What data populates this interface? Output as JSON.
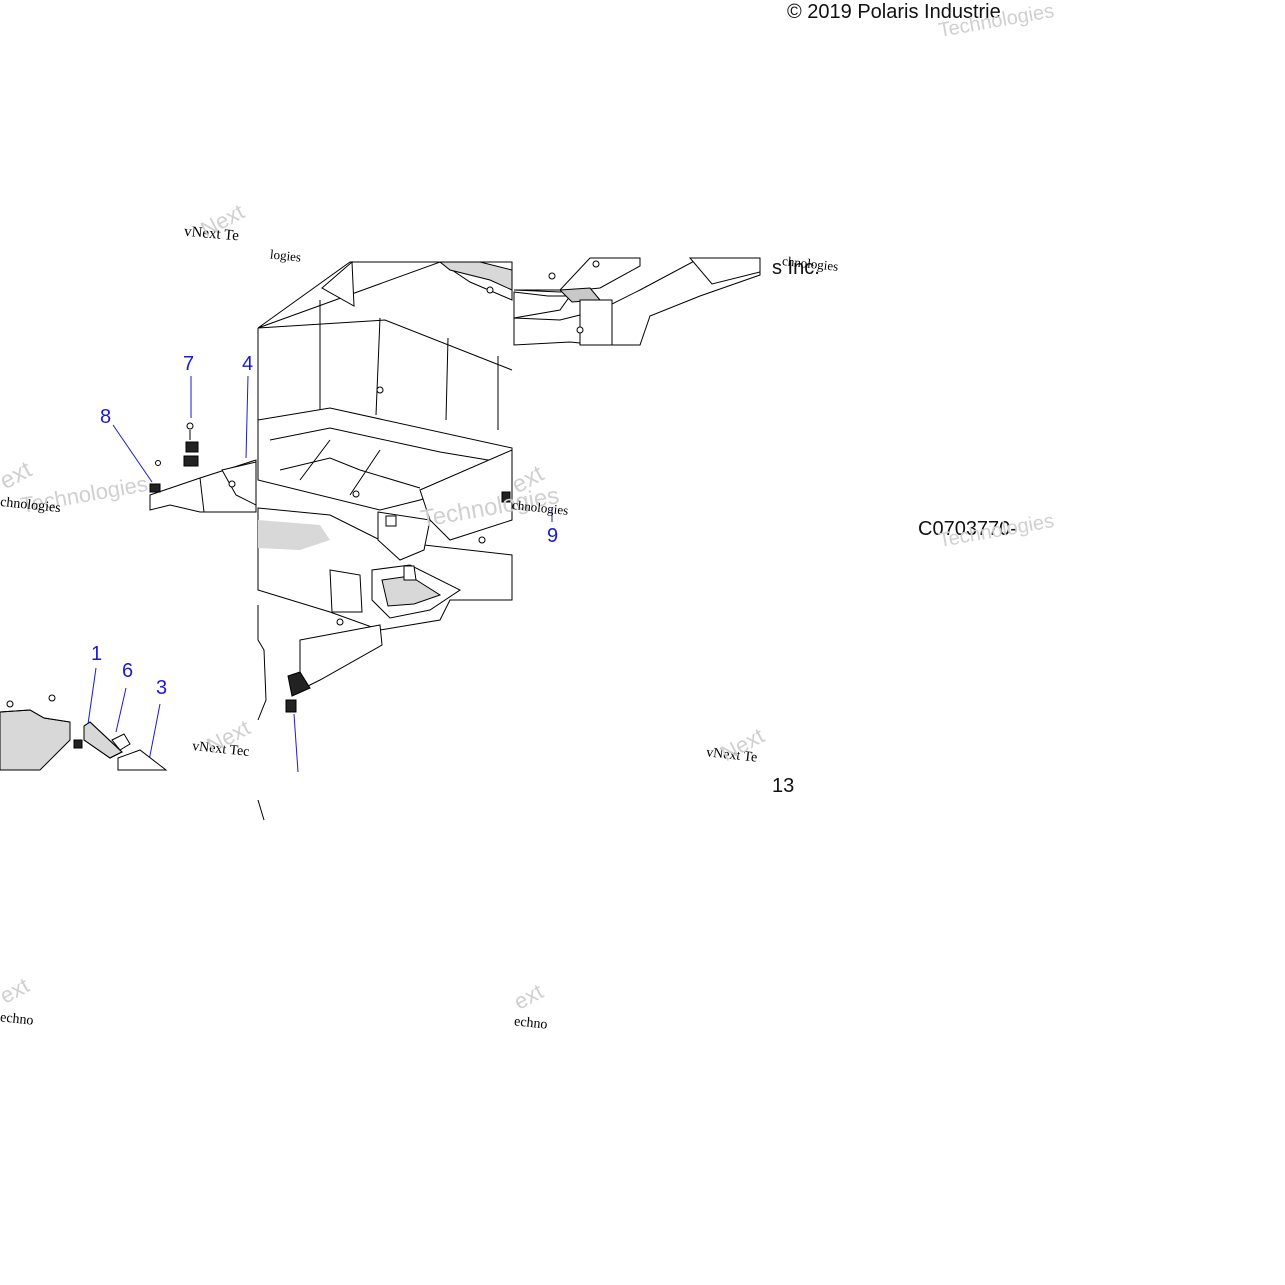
{
  "copyright": "© 2019 Polaris Industrie",
  "company_fragment": "s Inc.",
  "figure_code": "C0703770-",
  "page_number": "13",
  "watermark": {
    "prefix": "vNext Te",
    "short": "vNext Tec",
    "word_next": "Next",
    "word_technologies": "Technologies",
    "frag_chnologies": "chnologies",
    "frag_ext": "ext",
    "frag_echno": "echno",
    "frag_logies": "logies"
  },
  "callouts": [
    {
      "label": "7"
    },
    {
      "label": "4"
    },
    {
      "label": "8"
    },
    {
      "label": "9"
    },
    {
      "label": "1"
    },
    {
      "label": "6"
    },
    {
      "label": "3"
    }
  ],
  "colors": {
    "callout": "#1a1ad6",
    "line": "#000000",
    "shade": "#d8d8d8",
    "part_dark": "#222222"
  }
}
